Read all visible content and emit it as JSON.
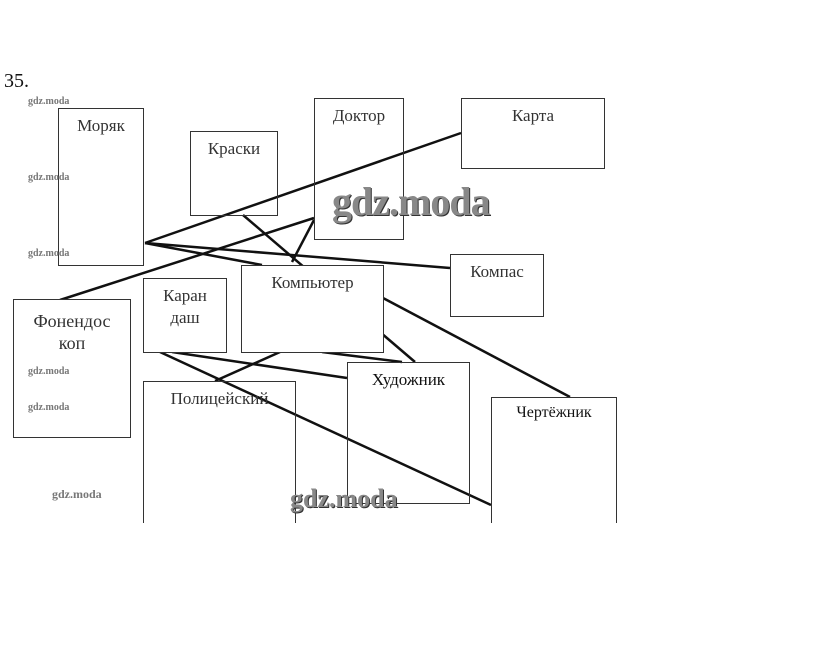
{
  "task_number": "35.",
  "boxes": {
    "moryak": "Моряк",
    "kraski": "Краски",
    "doktor": "Доктор",
    "karta": "Карта",
    "kompas": "Компас",
    "kompyuter": "Компьютер",
    "karandash_1": "Каран",
    "karandash_2": "даш",
    "fonendoskop_1": "Фонендос",
    "fonendoskop_2": "коп",
    "politseyskiy": "Полицейский",
    "khudozhnik": "Художник",
    "chertezhnik": "Чертёжник"
  },
  "connections": [
    [
      "moryak",
      "karta"
    ],
    [
      "moryak",
      "kompas"
    ],
    [
      "moryak",
      "kompyuter"
    ],
    [
      "fonendoskop",
      "doktor"
    ],
    [
      "kraski",
      "khudozhnik"
    ],
    [
      "doktor",
      "kompyuter"
    ],
    [
      "kompyuter",
      "chertezhnik"
    ],
    [
      "karandash",
      "chertezhnik"
    ],
    [
      "karandash",
      "khudozhnik"
    ],
    [
      "kompyuter",
      "politseyskiy"
    ],
    [
      "kompyuter",
      "khudozhnik"
    ]
  ],
  "watermark": "gdz.moda"
}
